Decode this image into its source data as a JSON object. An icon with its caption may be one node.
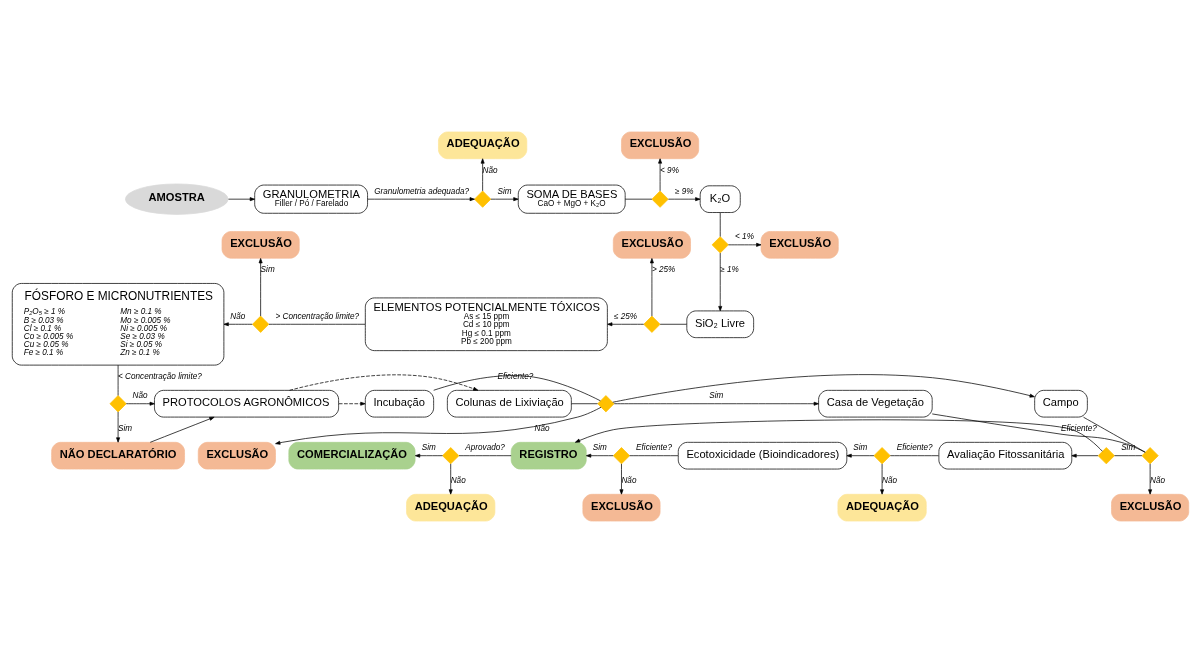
{
  "diagram": {
    "nodes": [
      {
        "text": [
          "AMOSTRA"
        ]
      },
      {
        "text": [
          "GRANULOMETRIA",
          "Filler / Pó / Farelado"
        ]
      },
      {
        "text": [
          "ADEQUAÇÃO"
        ]
      },
      {
        "text": [],
        "shape": "diamond"
      },
      {
        "text": [
          "SOMA DE BASES",
          "CaO + MgO + K₂O"
        ]
      },
      {
        "text": [
          "EXCLUSÃO"
        ]
      },
      {
        "text": [],
        "shape": "diamond"
      },
      {
        "text": [
          "K₂O"
        ]
      },
      {
        "text": [],
        "shape": "diamond"
      },
      {
        "text": [
          "EXCLUSÃO"
        ]
      },
      {
        "text": [
          "FÓSFORO E MICRONUTRIENTES",
          "P₂O₅ ≥ 1 %",
          "B ≥ 0.03 %",
          "Cl ≥ 0.1 %",
          "Co ≥ 0.005 %",
          "Cu ≥ 0.05 %",
          "Fe ≥ 0.1 %",
          "Mn ≥ 0.1 %",
          "Mo ≥ 0.005 %",
          "Ni ≥ 0.005 %",
          "Se ≥ 0.03 %",
          "Si ≥ 0.05 %",
          "Zn ≥ 0.1 %"
        ]
      },
      {
        "text": [
          "EXCLUSÃO"
        ]
      },
      {
        "text": [],
        "shape": "diamond"
      },
      {
        "text": [
          "EXCLUSÃO"
        ]
      },
      {
        "text": [
          "ELEMENTOS POTENCIALMENTE TÓXICOS",
          "As ≤ 15 ppm",
          "Cd ≤ 10 ppm",
          "Hg ≤ 0.1 ppm",
          "Pb ≤ 200 ppm"
        ]
      },
      {
        "text": [],
        "shape": "diamond"
      },
      {
        "text": [
          "SiO₂ Livre"
        ]
      },
      {
        "text": [],
        "shape": "diamond"
      },
      {
        "text": [
          "PROTOCOLOS AGRONÔMICOS"
        ]
      },
      {
        "text": [
          "Incubação"
        ]
      },
      {
        "text": [
          "Colunas de Lixiviação"
        ]
      },
      {
        "text": [
          "NÃO DECLARATÓRIO"
        ]
      },
      {
        "text": [],
        "shape": "diamond"
      },
      {
        "text": [
          "Casa de Vegetação"
        ]
      },
      {
        "text": [
          "Campo"
        ]
      },
      {
        "text": [
          "EXCLUSÃO"
        ]
      },
      {
        "text": [
          "COMERCIALIZAÇÃO"
        ]
      },
      {
        "text": [],
        "shape": "diamond"
      },
      {
        "text": [
          "REGISTRO"
        ]
      },
      {
        "text": [],
        "shape": "diamond"
      },
      {
        "text": [
          "Ecotoxicidade (Bioindicadores)"
        ]
      },
      {
        "text": [],
        "shape": "diamond"
      },
      {
        "text": [
          "Avaliação Fitossanitária"
        ]
      },
      {
        "text": [],
        "shape": "diamond"
      },
      {
        "text": [],
        "shape": "diamond"
      },
      {
        "text": [
          "ADEQUAÇÃO"
        ]
      },
      {
        "text": [
          "EXCLUSÃO"
        ]
      },
      {
        "text": [
          "ADEQUAÇÃO"
        ]
      },
      {
        "text": [
          "EXCLUSÃO"
        ]
      }
    ],
    "edges": [
      {
        "from": 0,
        "to": 1,
        "arrow": "to"
      },
      {
        "from": 1,
        "to": 3,
        "arrow": "to",
        "label": "Granulometria adequada?"
      },
      {
        "from": 3,
        "to": 2,
        "arrow": "to",
        "label": "Não"
      },
      {
        "from": 3,
        "to": 4,
        "arrow": "to",
        "label": "Sim"
      },
      {
        "from": 4,
        "to": 6,
        "arrow": "none"
      },
      {
        "from": 6,
        "to": 5,
        "arrow": "to",
        "label": "< 9%"
      },
      {
        "from": 6,
        "to": 7,
        "arrow": "to",
        "label": "≥ 9%"
      },
      {
        "from": 7,
        "to": 8,
        "arrow": "none"
      },
      {
        "from": 8,
        "to": 9,
        "arrow": "to",
        "label": "< 1%"
      },
      {
        "from": 8,
        "to": 16,
        "arrow": "to",
        "label": "≥ 1%"
      },
      {
        "from": 16,
        "to": 15,
        "arrow": "none"
      },
      {
        "from": 15,
        "to": 13,
        "arrow": "to",
        "label": "> 25%"
      },
      {
        "from": 15,
        "to": 14,
        "arrow": "to",
        "label": "≤ 25%"
      },
      {
        "from": 14,
        "to": 12,
        "arrow": "none",
        "label": "> Concentração limite?"
      },
      {
        "from": 12,
        "to": 11,
        "arrow": "to",
        "label": "Sim"
      },
      {
        "from": 12,
        "to": 10,
        "arrow": "to",
        "label": "Não"
      },
      {
        "from": 10,
        "to": 17,
        "arrow": "none",
        "label": "< Concentração limite?"
      },
      {
        "from": 17,
        "to": 18,
        "arrow": "to",
        "label": "Não"
      },
      {
        "from": 17,
        "to": 21,
        "arrow": "to",
        "label": "Sim"
      },
      {
        "from": 21,
        "to": 18,
        "arrow": "to"
      },
      {
        "from": 18,
        "to": 19,
        "arrow": "to",
        "style": "dashed"
      },
      {
        "from": 18,
        "to": 20,
        "arrow": "to",
        "style": "dashed"
      },
      {
        "from": 19,
        "to": 22,
        "arrow": "none",
        "label": "Eficiente?"
      },
      {
        "from": 20,
        "to": 22,
        "arrow": "none"
      },
      {
        "from": 22,
        "to": 23,
        "arrow": "to",
        "label": "Sim"
      },
      {
        "from": 22,
        "to": 24,
        "arrow": "to"
      },
      {
        "from": 22,
        "to": 25,
        "arrow": "to",
        "label": "Não"
      },
      {
        "from": 23,
        "to": 34,
        "arrow": "none",
        "label": "Eficiente?"
      },
      {
        "from": 24,
        "to": 34,
        "arrow": "none"
      },
      {
        "from": 34,
        "to": 36,
        "arrow": "to",
        "label": "Não"
      },
      {
        "from": 34,
        "to": 33,
        "arrow": "none",
        "label": "Sim"
      },
      {
        "from": 33,
        "to": 32,
        "arrow": "to"
      },
      {
        "from": 33,
        "to": 28,
        "arrow": "to"
      },
      {
        "from": 32,
        "to": 31,
        "arrow": "none",
        "label": "Eficiente?"
      },
      {
        "from": 31,
        "to": 30,
        "arrow": "to",
        "label": "Sim"
      },
      {
        "from": 31,
        "to": 37,
        "arrow": "to",
        "label": "Não"
      },
      {
        "from": 30,
        "to": 29,
        "arrow": "none",
        "label": "Eficiente?"
      },
      {
        "from": 29,
        "to": 28,
        "arrow": "to",
        "label": "Sim"
      },
      {
        "from": 29,
        "to": 38,
        "arrow": "to",
        "label": "Não"
      },
      {
        "from": 28,
        "to": 27,
        "arrow": "none",
        "label": "Aprovado?"
      },
      {
        "from": 27,
        "to": 26,
        "arrow": "to",
        "label": "Sim"
      },
      {
        "from": 27,
        "to": 35,
        "arrow": "to",
        "label": "Não"
      }
    ]
  }
}
